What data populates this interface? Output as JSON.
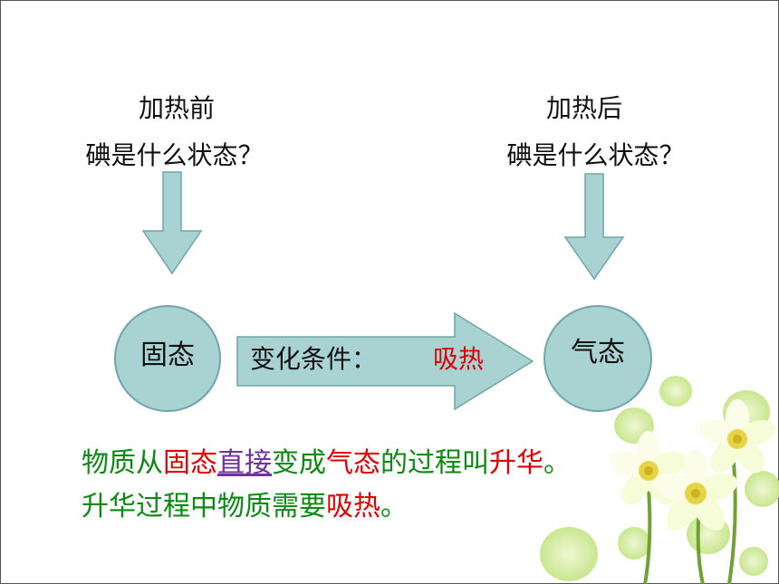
{
  "left": {
    "line1": "加热前",
    "line2": "碘是什么状态？",
    "state": "固态"
  },
  "right": {
    "line1": "加热后",
    "line2": "碘是什么状态？",
    "state": "气态"
  },
  "arrow": {
    "label": "变化条件：",
    "value": "吸热"
  },
  "sentence1": {
    "p1": "物质从",
    "p2": "固态",
    "p3": "直接",
    "p4": "变成",
    "p5": "气态",
    "p6": "的过程叫",
    "p7": "升华",
    "p8": "。"
  },
  "sentence2": {
    "p1": "升华过程中物质需要",
    "p2": "吸热",
    "p3": "。"
  },
  "colors": {
    "circle": "#a9d2d3",
    "arrow": "#a9d2d3",
    "green_text": "#0a8a10",
    "red_text": "#e00000",
    "underline": "#7030a0"
  }
}
